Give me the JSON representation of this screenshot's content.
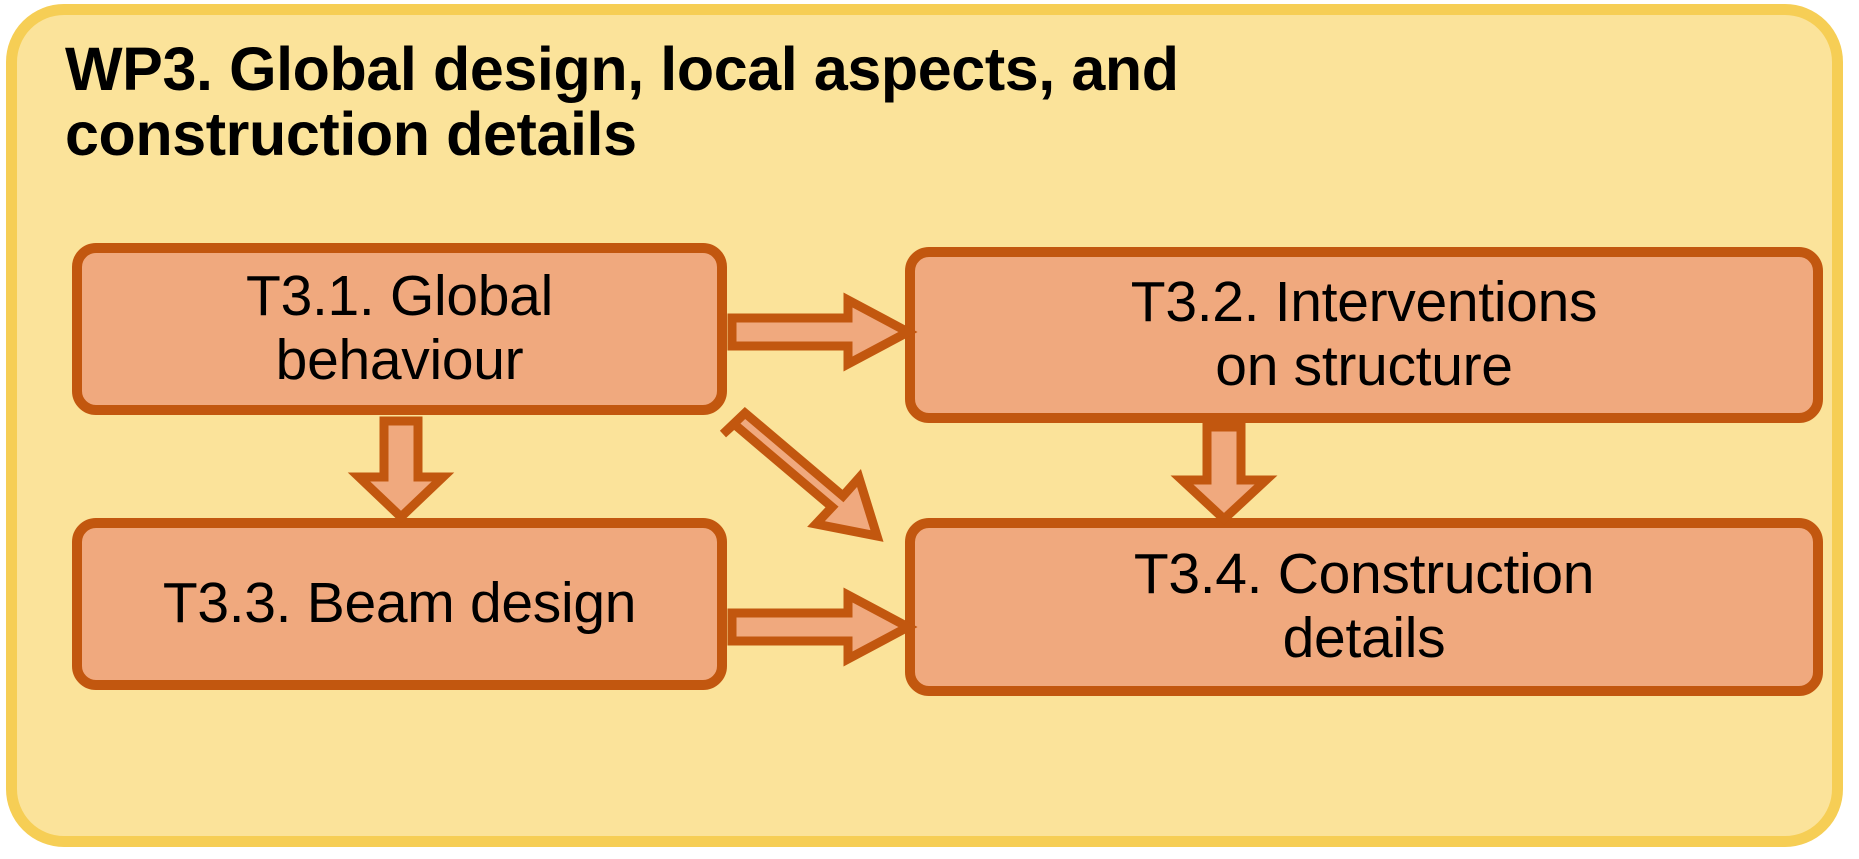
{
  "workpackage": {
    "id": "WP3",
    "title": "WP3. Global design, local aspects, and\nconstruction details",
    "container_fill": "#FBE39A",
    "container_border": "#F6CE55"
  },
  "palette": {
    "box_fill": "#F0A97E",
    "box_border": "#C2570F",
    "arrow_fill": "#F0A97E",
    "arrow_border": "#C2570F",
    "text": "#000000"
  },
  "tasks": [
    {
      "id": "T3.1",
      "label": "T3.1. Global\nbehaviour"
    },
    {
      "id": "T3.2",
      "label": "T3.2. Interventions\non structure"
    },
    {
      "id": "T3.3",
      "label": "T3.3. Beam design"
    },
    {
      "id": "T3.4",
      "label": "T3.4. Construction\ndetails"
    }
  ],
  "connections": [
    {
      "from": "T3.1",
      "to": "T3.2",
      "direction": "right"
    },
    {
      "from": "T3.1",
      "to": "T3.3",
      "direction": "down"
    },
    {
      "from": "T3.1",
      "to": "T3.4",
      "direction": "diagonal-down-right"
    },
    {
      "from": "T3.2",
      "to": "T3.4",
      "direction": "down"
    },
    {
      "from": "T3.3",
      "to": "T3.4",
      "direction": "right"
    }
  ]
}
